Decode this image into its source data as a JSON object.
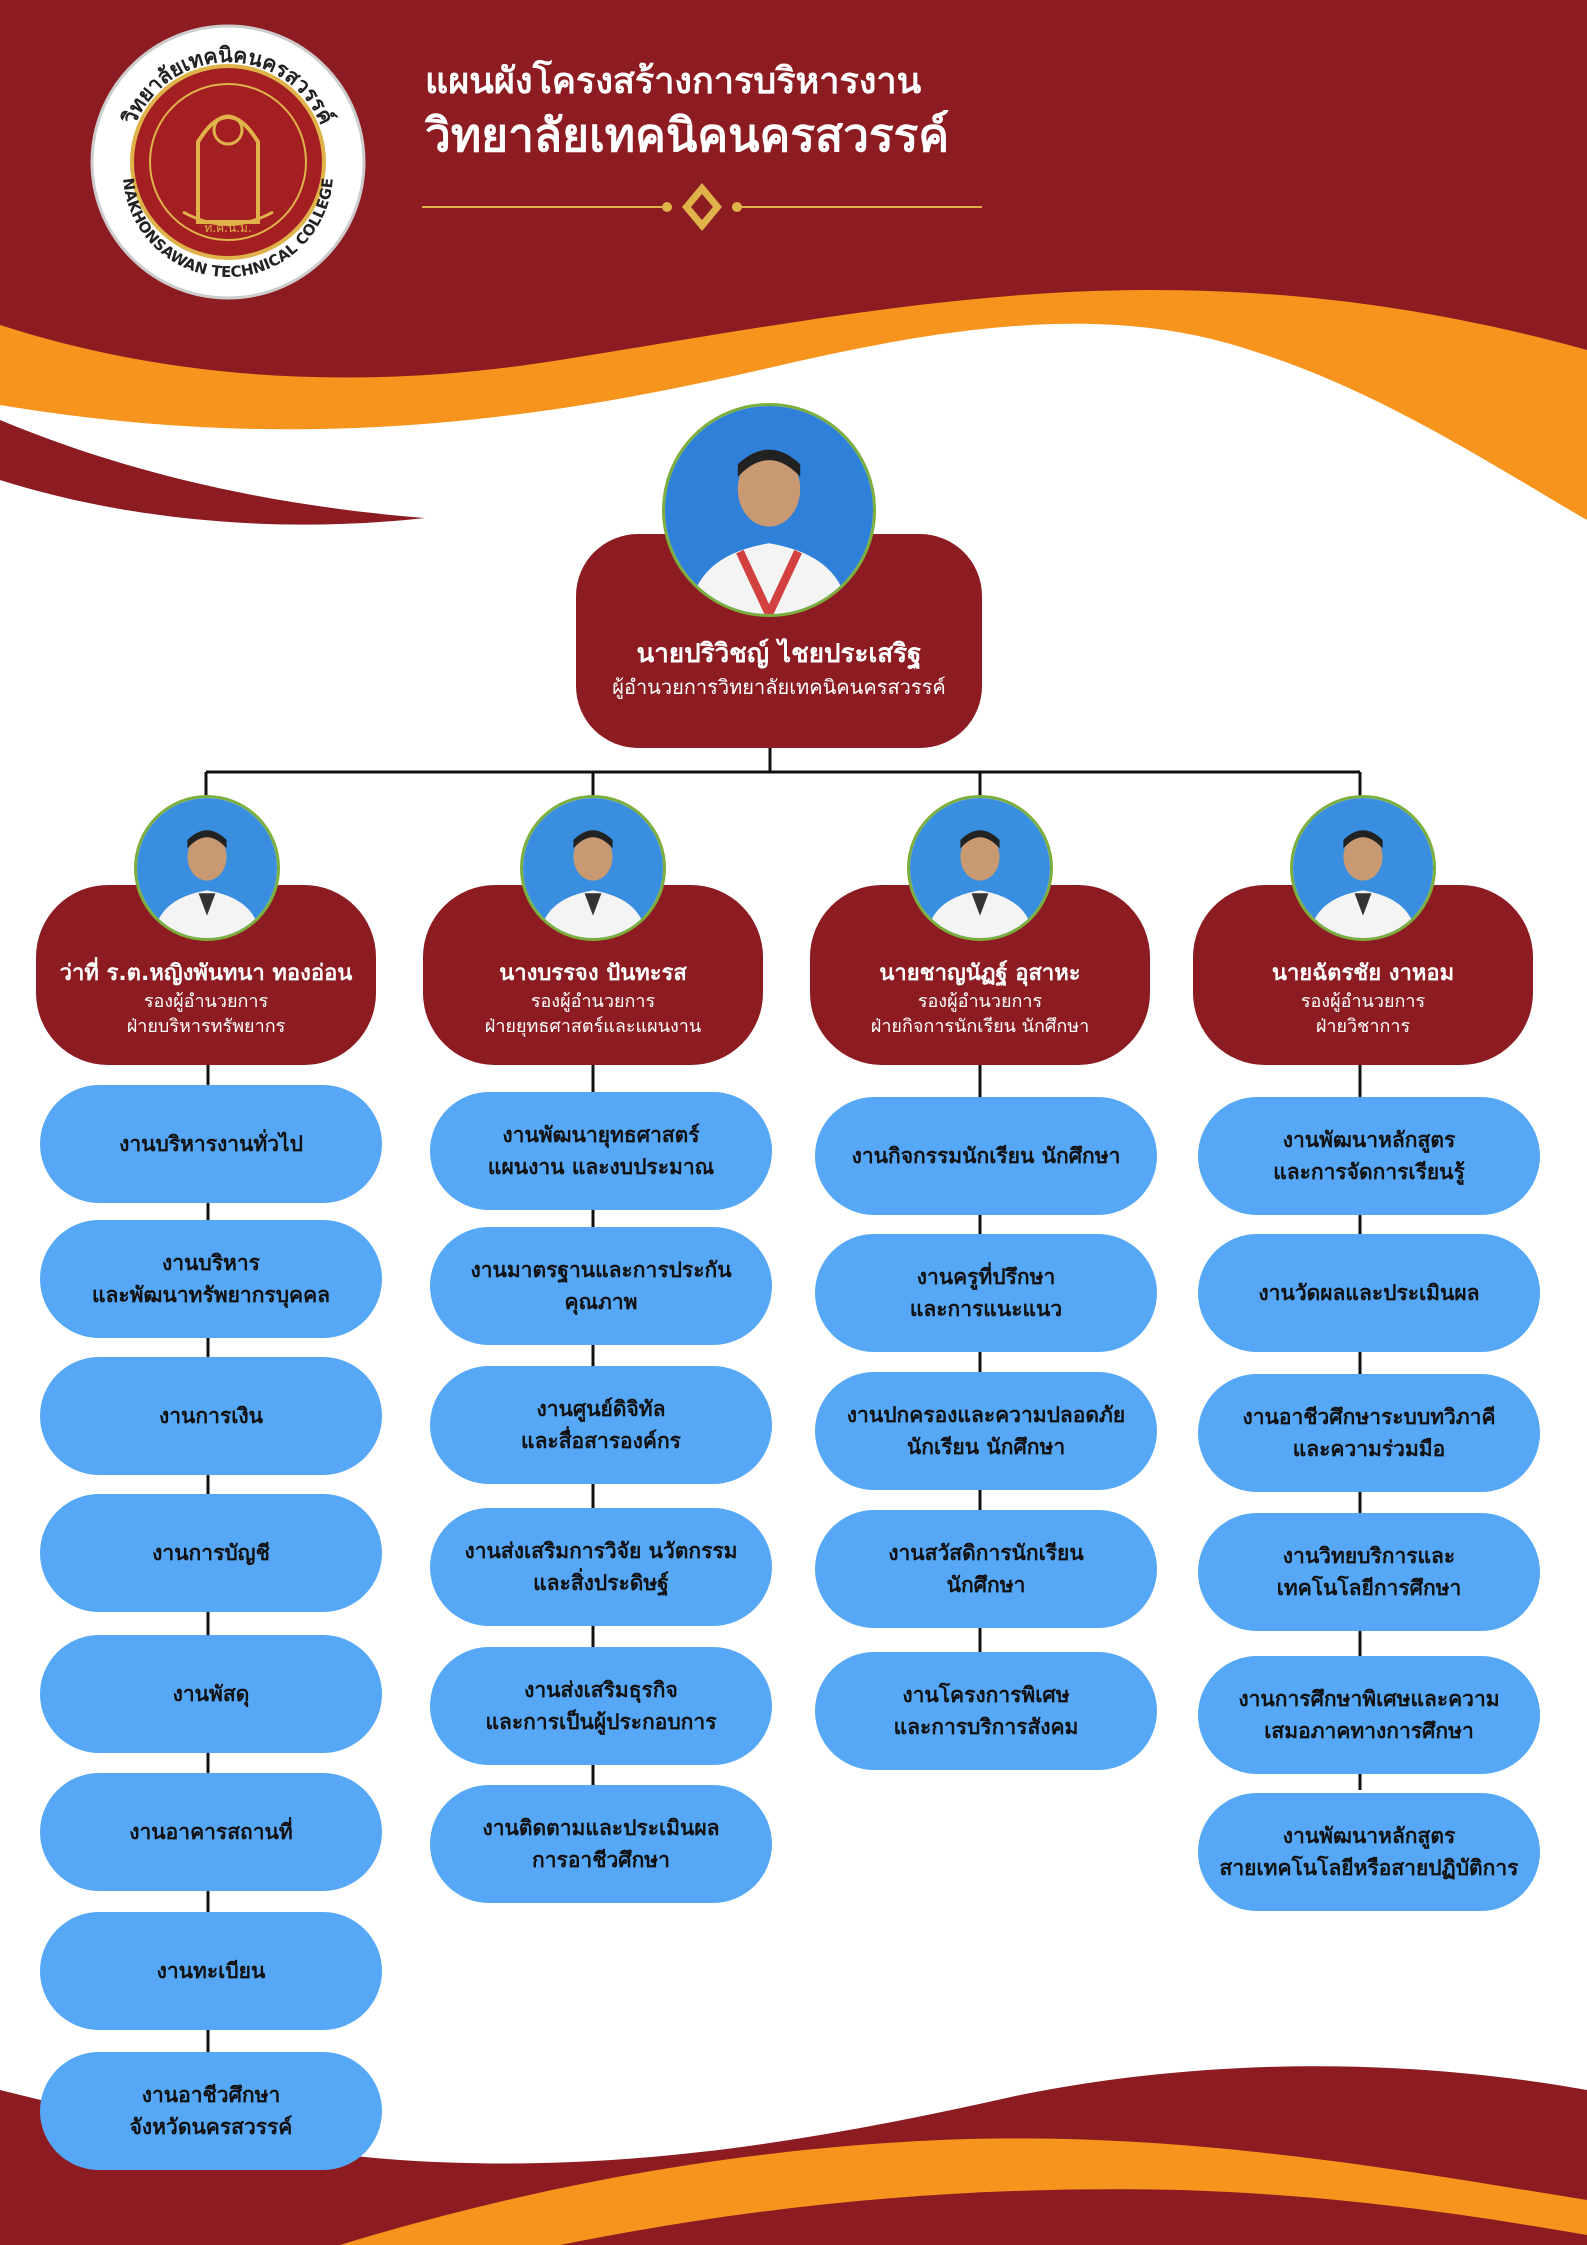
{
  "header": {
    "title_line1": "แผนผังโครงสร้างการบริหารงาน",
    "title_line2": "วิทยาลัยเทคนิคนครสวรรค์",
    "logo_text_top": "วิทยาลัยเทคนิคนครสวรรค์",
    "logo_text_bottom": "NAKHONSAWAN TECHNICAL COLLEGE",
    "logo_text_seal": "ท.ค.น.ม."
  },
  "colors": {
    "maroon": "#8c1c22",
    "orange": "#f7941d",
    "task_blue": "#56a8f7",
    "photo_ring": "#7cae3e",
    "gold": "#e0b24a"
  },
  "director": {
    "name": "นายปริวิชญ์ ไชยประเสริฐ",
    "role": "ผู้อำนวยการวิทยาลัยเทคนิคนครสวรรค์",
    "photo_icon": "person-portrait-icon"
  },
  "departments": [
    {
      "name": "ว่าที่ ร.ต.หญิงพันทนา ทองอ่อน",
      "role1": "รองผู้อำนวยการ",
      "role2": "ฝ่ายบริหารทรัพยากร",
      "tasks": [
        "งานบริหารงานทั่วไป",
        "งานบริหาร\nและพัฒนาทรัพยากรบุคคล",
        "งานการเงิน",
        "งานการบัญชี",
        "งานพัสดุ",
        "งานอาคารสถานที่",
        "งานทะเบียน",
        "งานอาชีวศึกษา\nจังหวัดนครสวรรค์"
      ]
    },
    {
      "name": "นางบรรจง ปันทะรส",
      "role1": "รองผู้อำนวยการ",
      "role2": "ฝ่ายยุทธศาสตร์และแผนงาน",
      "tasks": [
        "งานพัฒนายุทธศาสตร์\nแผนงาน และงบประมาณ",
        "งานมาตรฐานและการประกัน\nคุณภาพ",
        "งานศูนย์ดิจิทัล\nและสื่อสารองค์กร",
        "งานส่งเสริมการวิจัย นวัตกรรม\nและสิ่งประดิษฐ์",
        "งานส่งเสริมธุรกิจ\nและการเป็นผู้ประกอบการ",
        "งานติดตามและประเมินผล\nการอาชีวศึกษา"
      ]
    },
    {
      "name": "นายชาญนัฏฐ์ อุสาหะ",
      "role1": "รองผู้อำนวยการ",
      "role2": "ฝ่ายกิจการนักเรียน นักศึกษา",
      "tasks": [
        "งานกิจกรรมนักเรียน นักศึกษา",
        "งานครูที่ปรึกษา\nและการแนะแนว",
        "งานปกครองและความปลอดภัย\nนักเรียน นักศึกษา",
        "งานสวัสดิการนักเรียน\nนักศึกษา",
        "งานโครงการพิเศษ\nและการบริการสังคม"
      ]
    },
    {
      "name": "นายฉัตรชัย งาหอม",
      "role1": "รองผู้อำนวยการ",
      "role2": "ฝ่ายวิชาการ",
      "tasks": [
        "งานพัฒนาหลักสูตร\nและการจัดการเรียนรู้",
        "งานวัดผลและประเมินผล",
        "งานอาชีวศึกษาระบบทวิภาคี\nและความร่วมมือ",
        "งานวิทยบริการและ\nเทคโนโลยีการศึกษา",
        "งานการศึกษาพิเศษและความ\nเสมอภาคทางการศึกษา",
        "งานพัฒนาหลักสูตร\nสายเทคโนโลยีหรือสายปฏิบัติการ"
      ]
    }
  ]
}
